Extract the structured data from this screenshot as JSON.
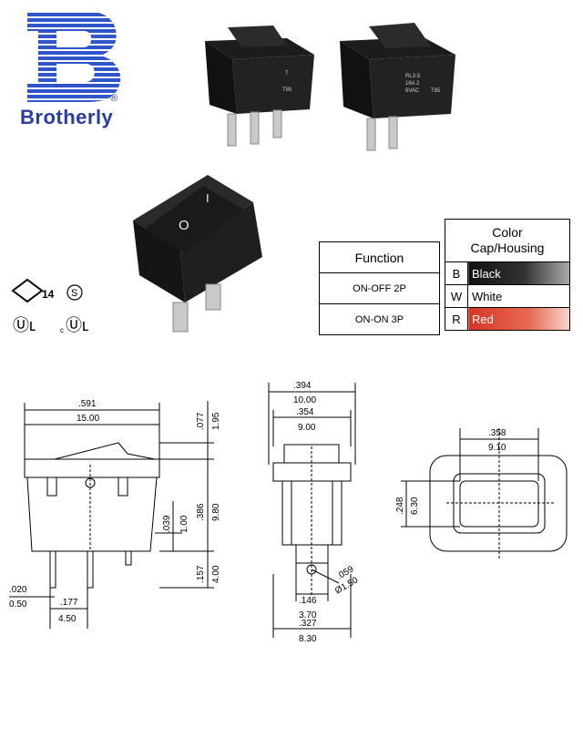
{
  "brand": {
    "name": "Brotherly",
    "registered": "®"
  },
  "switches": {
    "sw1": {
      "marks": [
        "T",
        "T85"
      ]
    },
    "sw2": {
      "marks": [
        "RL3-5",
        "16A 2",
        "6VAC",
        "T85"
      ]
    },
    "sw3": {
      "marks": [
        "I",
        "O"
      ]
    }
  },
  "certs": {
    "enec_no": "14",
    "s_mark": "S",
    "ul_mark": "Ⓤʟ",
    "cul_prefix": "c",
    "cul_mark": "Ⓤʟ"
  },
  "function_table": {
    "header": "Function",
    "rows": [
      "ON-OFF  2P",
      "ON-ON  3P"
    ]
  },
  "color_table": {
    "header_line1": "Color",
    "header_line2": "Cap/Housing",
    "rows": [
      {
        "code": "B",
        "name": "Black",
        "color": "#111111"
      },
      {
        "code": "W",
        "name": "White",
        "color": "#ffffff"
      },
      {
        "code": "R",
        "name": "Red",
        "color": "#d73526"
      }
    ]
  },
  "dims": {
    "front": {
      "width_in": ".591",
      "width_mm": "15.00",
      "top_in": ".077",
      "top_mm": "1.95",
      "body_in": ".386",
      "body_mm": "9.80",
      "mid_in": ".039",
      "mid_mm": "1.00",
      "pin_in": ".157",
      "pin_mm": "4.00",
      "pin_thk_in": ".020",
      "pin_thk_mm": "0.50",
      "pin_gap_in": ".177",
      "pin_gap_mm": "4.50"
    },
    "side": {
      "outer_in": ".394",
      "outer_mm": "10.00",
      "inner_in": ".354",
      "inner_mm": "9.00",
      "hole_in": ".059",
      "hole_mm": "Ø1.50",
      "pin_in": ".146",
      "pin_mm": "3.70",
      "bottom_in": ".327",
      "bottom_mm": "8.30"
    },
    "top": {
      "width_in": ".358",
      "width_mm": "9.10",
      "height_in": ".248",
      "height_mm": "6.30"
    }
  }
}
